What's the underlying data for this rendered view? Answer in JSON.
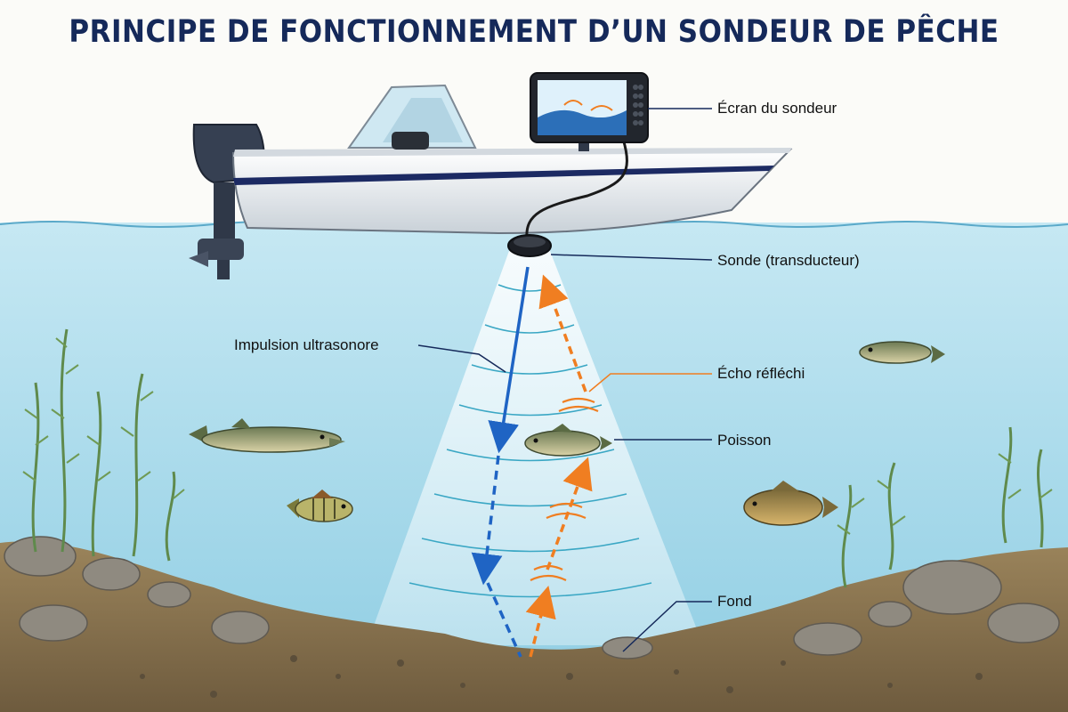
{
  "title": "PRINCIPE DE FONCTIONNEMENT D’UN SONDEUR DE PÊCHE",
  "labels": {
    "screen": "Écran du sondeur",
    "transducer": "Sonde (transducteur)",
    "pulse": "Impulsion ultrasonore",
    "echo": "Écho réfléchi",
    "fish": "Poisson",
    "bottom": "Fond"
  },
  "colors": {
    "title": "#15295a",
    "water": "#aedcee",
    "beam": "#dff4fd",
    "pulse_arrow": "#1f64c4",
    "echo_arrow": "#f07e21",
    "leader_line": "#15295a",
    "seabed": "#8a7450",
    "boat_hull": "#eef1f3",
    "boat_stripe": "#1c2a63"
  },
  "icons": [
    "boat",
    "outboard-motor",
    "sonar-screen",
    "transducer",
    "fish",
    "water-plant",
    "rock"
  ]
}
